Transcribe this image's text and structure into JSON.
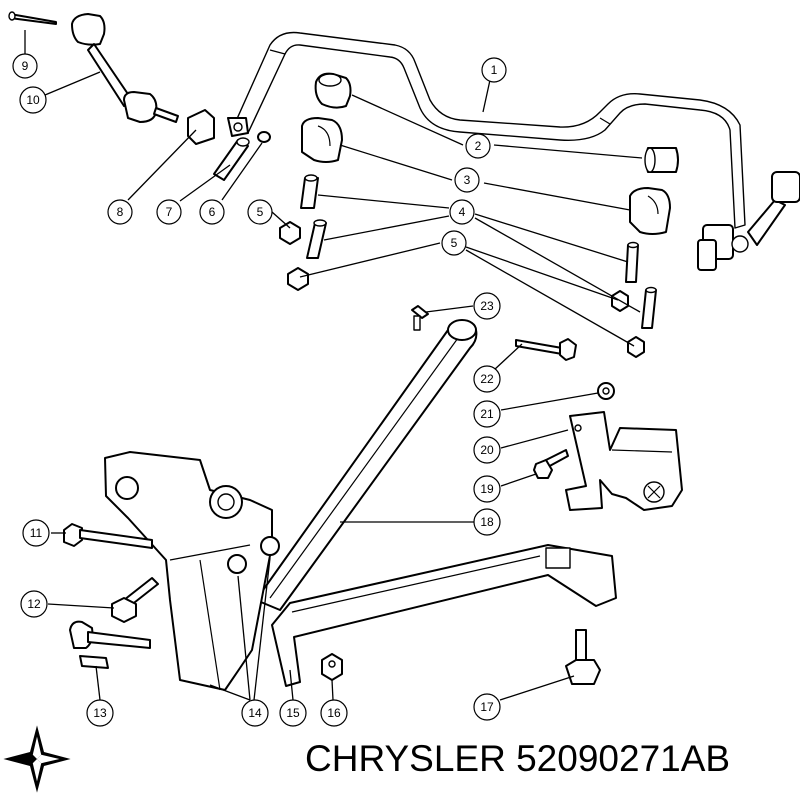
{
  "callouts": [
    {
      "id": "callout-1",
      "number": "1"
    },
    {
      "id": "callout-2",
      "number": "2"
    },
    {
      "id": "callout-3",
      "number": "3"
    },
    {
      "id": "callout-4",
      "number": "4"
    },
    {
      "id": "callout-5a",
      "number": "5"
    },
    {
      "id": "callout-5b",
      "number": "5"
    },
    {
      "id": "callout-6",
      "number": "6"
    },
    {
      "id": "callout-7",
      "number": "7"
    },
    {
      "id": "callout-8",
      "number": "8"
    },
    {
      "id": "callout-9",
      "number": "9"
    },
    {
      "id": "callout-10",
      "number": "10"
    },
    {
      "id": "callout-11",
      "number": "11"
    },
    {
      "id": "callout-12",
      "number": "12"
    },
    {
      "id": "callout-13",
      "number": "13"
    },
    {
      "id": "callout-14",
      "number": "14"
    },
    {
      "id": "callout-15",
      "number": "15"
    },
    {
      "id": "callout-16",
      "number": "16"
    },
    {
      "id": "callout-17",
      "number": "17"
    },
    {
      "id": "callout-18",
      "number": "18"
    },
    {
      "id": "callout-19",
      "number": "19"
    },
    {
      "id": "callout-20",
      "number": "20"
    },
    {
      "id": "callout-21",
      "number": "21"
    },
    {
      "id": "callout-22",
      "number": "22"
    },
    {
      "id": "callout-23",
      "number": "23"
    }
  ],
  "footer": {
    "brand_logo_icon": "pentastar-logo-icon",
    "text": "CHRYSLER 52090271AB"
  }
}
